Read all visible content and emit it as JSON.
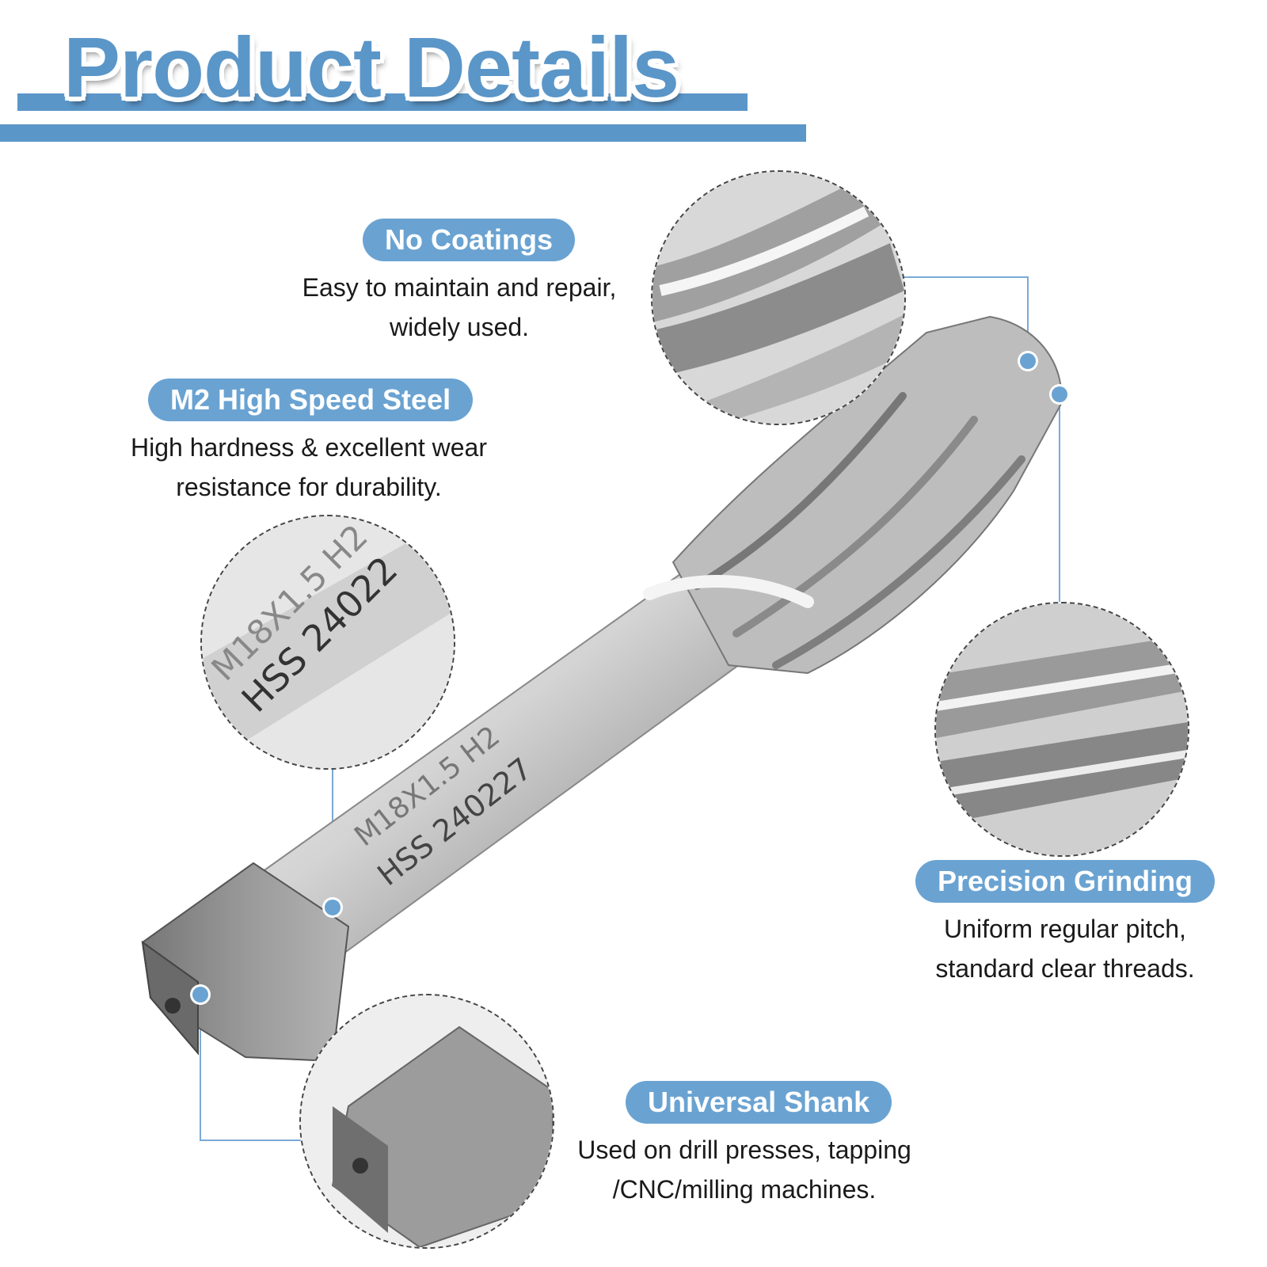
{
  "header": {
    "title": "Product Details"
  },
  "features": [
    {
      "badge": "No Coatings",
      "lines": [
        "Easy to maintain and repair,",
        "widely used."
      ]
    },
    {
      "badge": "M2 High Speed Steel",
      "lines": [
        "High hardness & excellent wear",
        "resistance for durability."
      ]
    },
    {
      "badge": "Precision Grinding",
      "lines": [
        "Uniform regular pitch,",
        "standard clear threads."
      ]
    },
    {
      "badge": "Universal Shank",
      "lines": [
        "Used on drill presses, tapping",
        "/CNC/milling machines."
      ]
    }
  ],
  "product_marking": {
    "line1": "M18X1.5 H2",
    "line2": "HSS 240227"
  },
  "closeup_marking": {
    "line1": "M18X1.5 H2",
    "line2": "HSS 24022"
  },
  "colors": {
    "accent": "#5b96c8",
    "badge": "#6aa3d2",
    "text": "#1a1a1a"
  }
}
